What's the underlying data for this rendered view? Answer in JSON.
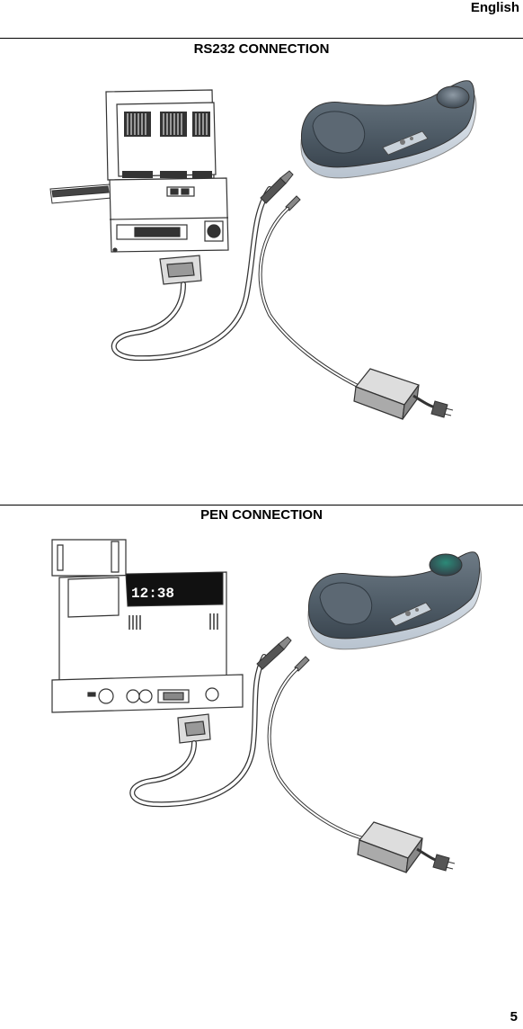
{
  "header": {
    "language": "English"
  },
  "sections": [
    {
      "title": "RS232 CONNECTION"
    },
    {
      "title": "PEN CONNECTION"
    }
  ],
  "figures": {
    "pen_display": "12:38"
  },
  "footer": {
    "page_number": "5"
  }
}
